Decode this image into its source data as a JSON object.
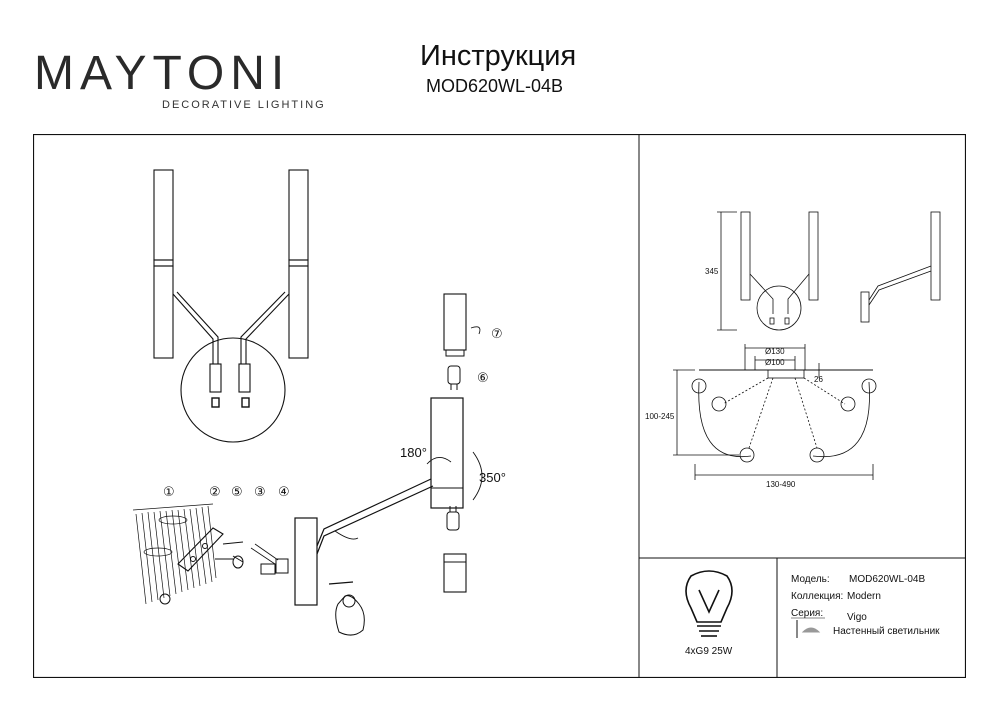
{
  "header": {
    "brand": "MAYTONI",
    "tagline": "DECORATIVE LIGHTING",
    "title": "Инструкция",
    "model_code": "MOD620WL-04B"
  },
  "colors": {
    "brand_dot": "#6b2a6b",
    "line": "#111111"
  },
  "assembly": {
    "part_numbers": [
      "①",
      "②",
      "⑤",
      "③",
      "④"
    ],
    "step_numbers": [
      "⑥",
      "⑦"
    ],
    "rotation_1": "180°",
    "rotation_2": "350°"
  },
  "dimensions": {
    "height": "345",
    "diameter_outer": "Ø130",
    "diameter_inner": "Ø100",
    "depth": "26",
    "projection": "100-245",
    "width": "130-490"
  },
  "bulb": {
    "icon": "bulb-icon",
    "spec": "4xG9 25W"
  },
  "specs": {
    "model_label": "Модель:",
    "model_value": "MOD620WL-04B",
    "collection_label": "Коллекция:",
    "collection_value": "Modern",
    "series_label": "Серия:",
    "series_value": "Vigo",
    "type_value": "Настенный светильник"
  }
}
